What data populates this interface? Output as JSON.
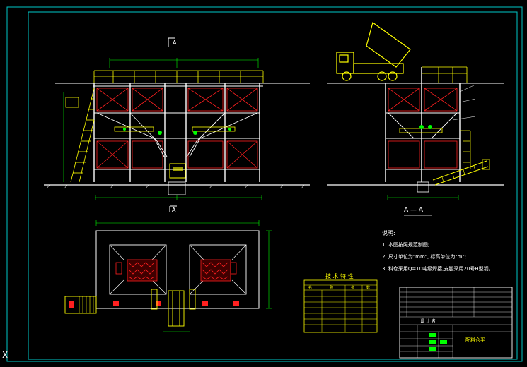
{
  "colors": {
    "frame": "#00c8c8",
    "structure": "#ffffff",
    "red": "#ff2020",
    "yellow": "#ffff00",
    "green": "#00ff00",
    "magenta": "#ff00ff",
    "cyan": "#00ffff"
  },
  "section_marks": {
    "top_label": "A",
    "bottom_label": "A",
    "section_title": "A — A"
  },
  "notes": {
    "heading": "说明:",
    "items": [
      "1. 本图按照规范制图;",
      "2. 尺寸单位为\"mm\", 标高单位为\"m\";",
      "3. 料仓采用Q=10吨级焊接,支腿采用20号H型钢。"
    ]
  },
  "tech_table": {
    "title": "技 术 特 性",
    "col_headers": [
      "名",
      "称",
      "参",
      "数"
    ]
  },
  "title_block": {
    "drawing_name": "配料仓平",
    "designer": "设 计 者"
  },
  "icons": {
    "truck": "dump-truck-icon",
    "cursor": "crosshair-x-icon"
  },
  "cursor_glyph": "X"
}
